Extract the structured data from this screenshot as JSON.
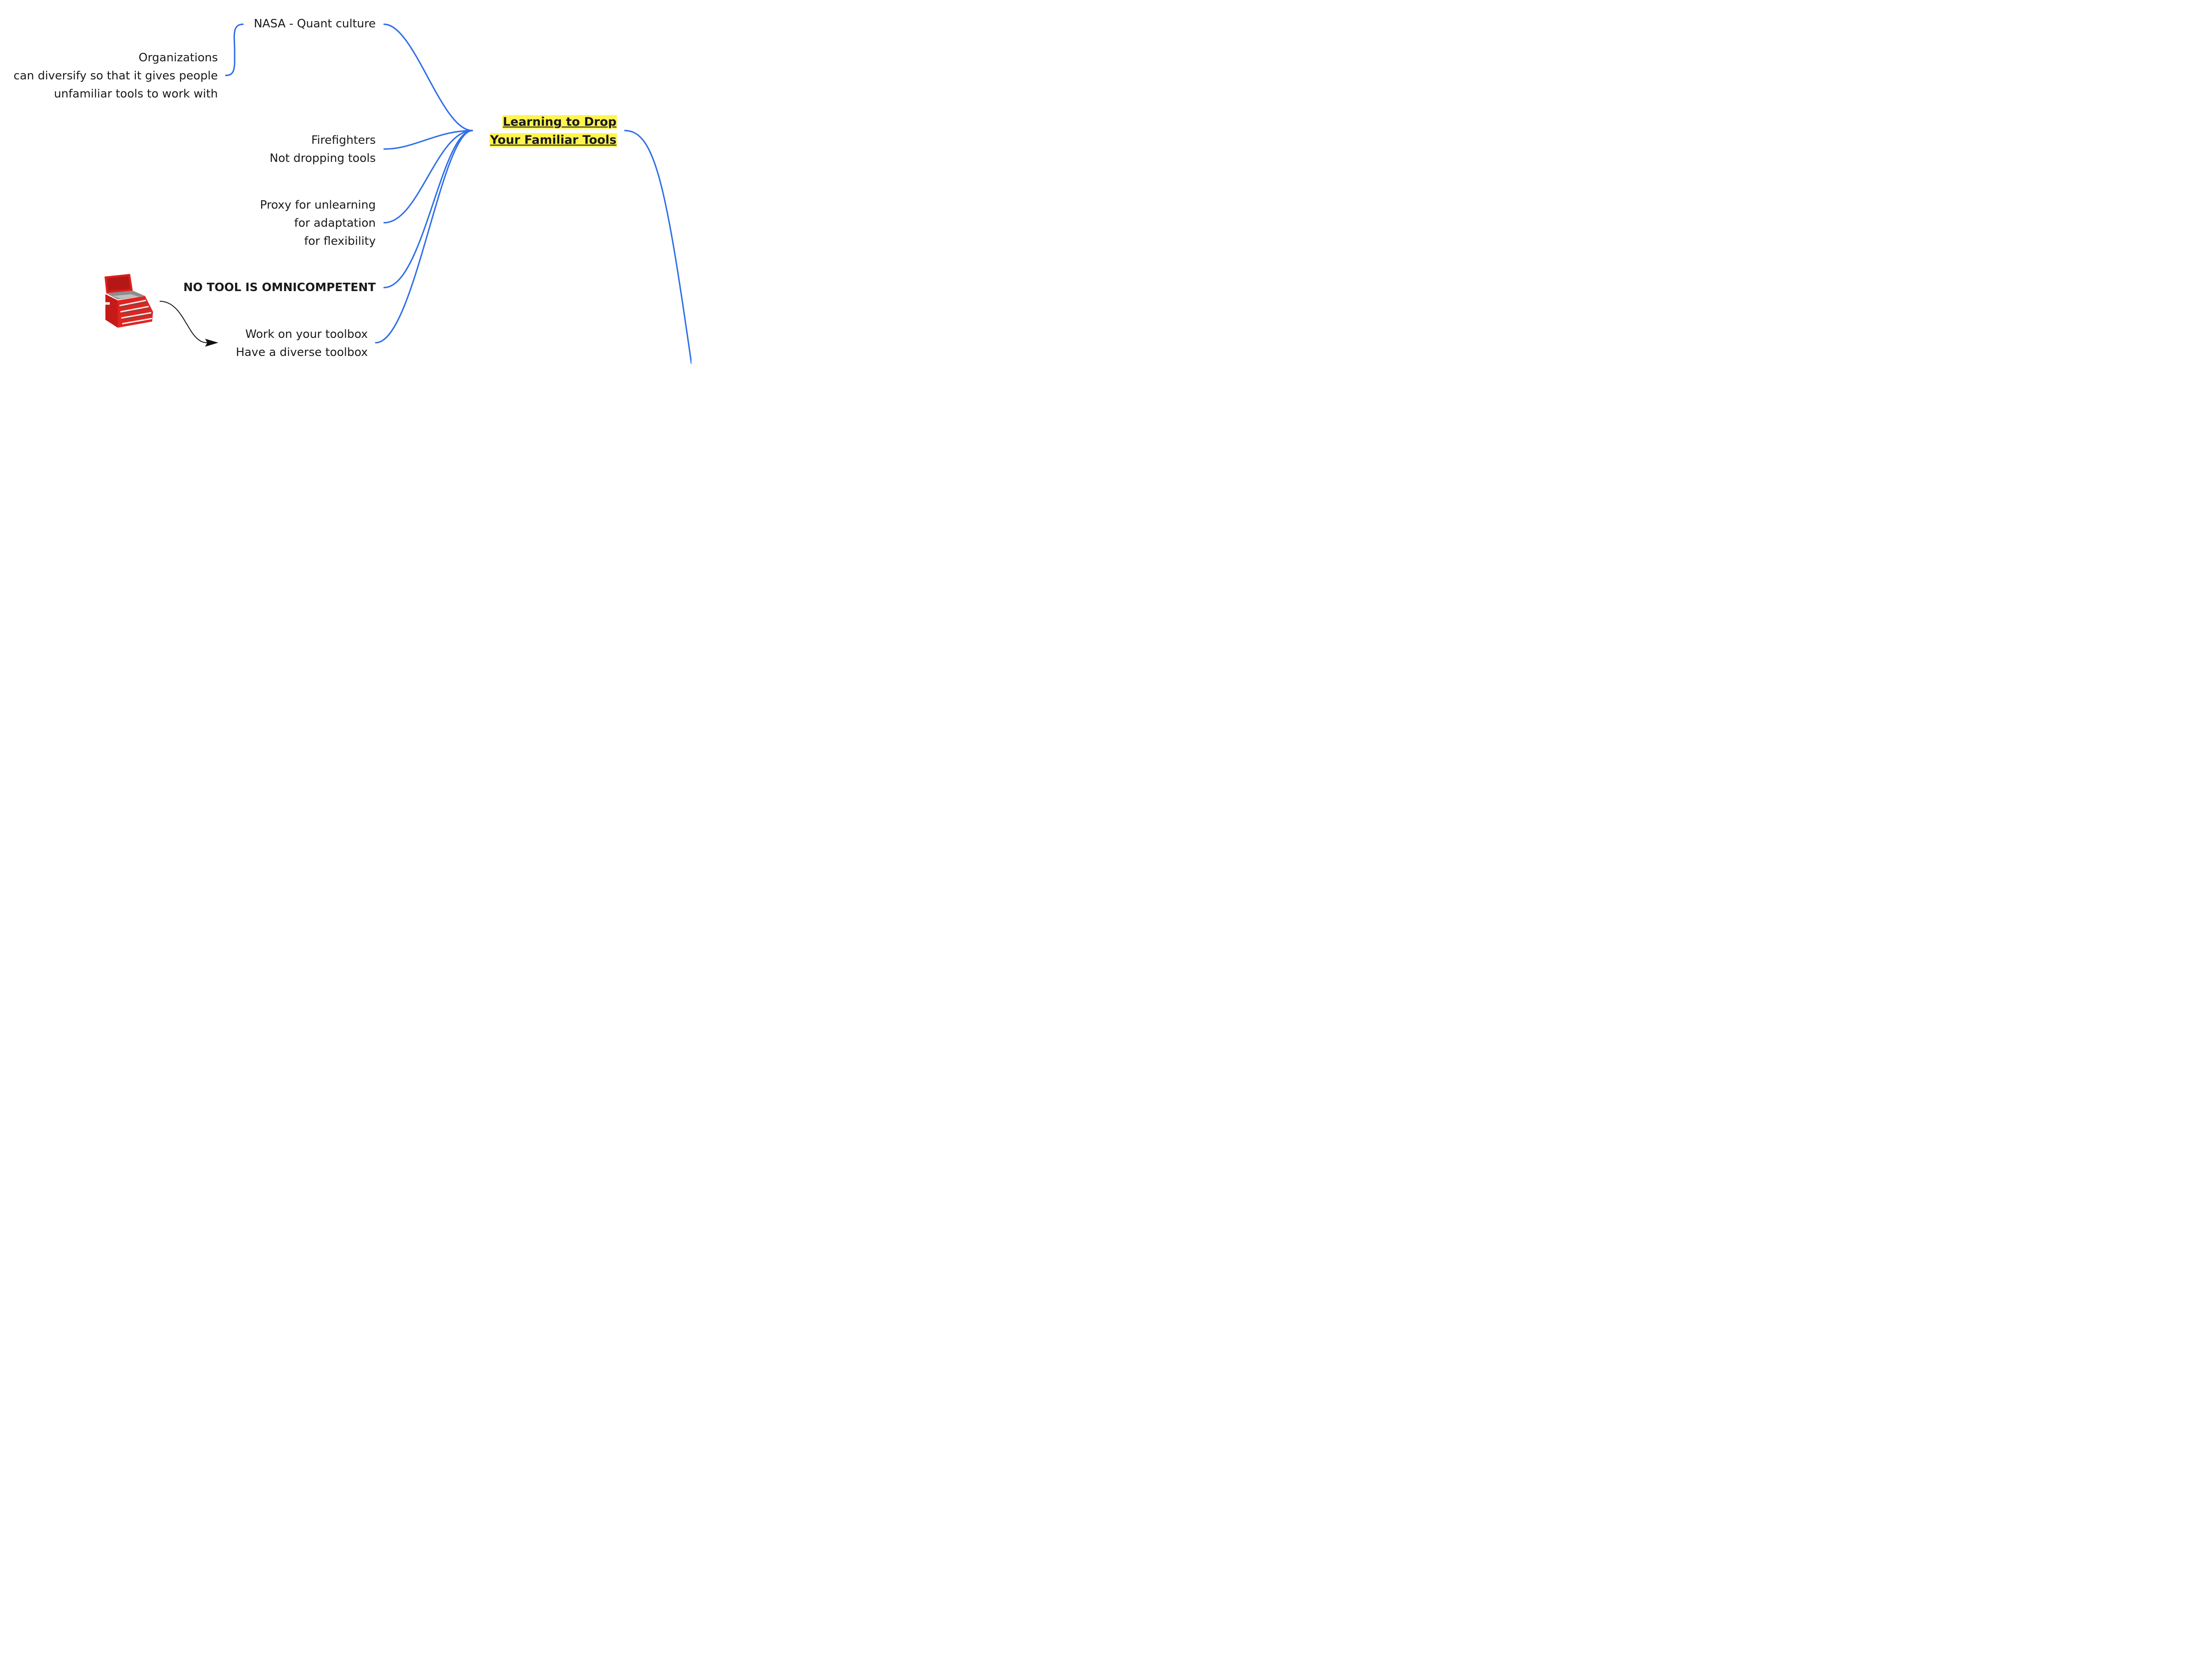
{
  "central": {
    "line1": "Learning to Drop",
    "line2": "Your Familiar Tools"
  },
  "nodes": {
    "nasa": "NASA - Quant culture",
    "organizations": "Organizations\ncan diversify so that it gives people\nunfamiliar tools to work with",
    "firefighters": "Firefighters\nNot dropping tools",
    "proxy": "Proxy for unlearning\nfor adaptation\nfor flexibility",
    "no_tool": "NO TOOL IS OMNICOMPETENT",
    "toolbox": "Work on your toolbox\nHave a diverse toolbox"
  },
  "icons": {
    "toolbox_image": "red-toolbox-icon"
  },
  "colors": {
    "edge": "#2f6fe8",
    "highlight": "#fff44f",
    "arrow": "#111111",
    "toolbox_red": "#d8201e"
  }
}
